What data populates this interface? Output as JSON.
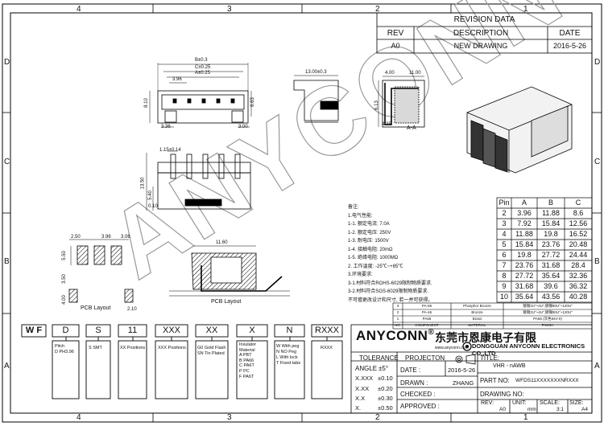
{
  "frame": {
    "top_zones": [
      "4",
      "3",
      "2",
      "1"
    ],
    "bottom_zones": [
      "4",
      "3",
      "2",
      "1"
    ],
    "left_zones": [
      "D",
      "C",
      "B",
      "A"
    ],
    "right_zones": [
      "D",
      "C",
      "B",
      "A"
    ]
  },
  "revision": {
    "title": "REVISION DATA",
    "headers": [
      "REV",
      "DESCRIPTION",
      "DATE"
    ],
    "rows": [
      [
        "A0",
        "NEW DRAWING",
        "2016-5-26"
      ]
    ]
  },
  "dims": {
    "top_b": "B±0.3",
    "top_c": "C±0.25",
    "top_a": "A±0.25",
    "top_396": "3.96",
    "top_h": "8.10",
    "top_side": "6.63",
    "top_bot1": "3.36",
    "top_bot2": "3.00",
    "side_w": "13.00±0.3",
    "sec_w1": "4.00",
    "sec_w2": "11.00",
    "sec_h": "6.13",
    "sec_b": "4.35",
    "sec_label": "A-A",
    "front_w": "1.15±0.14",
    "front_h1": "13.50",
    "front_h2": "5.40",
    "front_h3": "0.10",
    "pcb_w1": "2.50",
    "pcb_w2": "3.96",
    "pcb_w3": "3.06",
    "pcb_h": "5.50",
    "pcb_s1": "3.50",
    "pcb_s2": "4.00",
    "pcb_s3": "2.10",
    "pcb_label": "PCB Layout",
    "pcb2_w": "11.60",
    "pcb2_label": "PCB Layout"
  },
  "watermark": "ANYCONN",
  "notes": {
    "title": "备注:",
    "lines": [
      "1.电气性能:",
      "1-1. 额定电流: 7.0A",
      "1-2. 额定电压: 250V",
      "1-3. 耐电压: 1500V",
      "1-4. 接触电阻: 20mΩ",
      "1-5. 绝缘电阻: 1000MΩ",
      "2. 工作温度: -25℃~+85℃",
      "3.环境要求:",
      "3-1.材料符合ROHS-6029限制物质要求.",
      "3-2.材料符合SGS-6029限制物质要求.",
      "不可擅更改设计和尺寸, 若一并可获得。"
    ]
  },
  "pin_table": {
    "headers": [
      "Pin",
      "A",
      "B",
      "C"
    ],
    "rows": [
      [
        "2",
        "3.96",
        "11.88",
        "8.6"
      ],
      [
        "3",
        "7.92",
        "15.84",
        "12.56"
      ],
      [
        "4",
        "11.88",
        "19.8",
        "16.52"
      ],
      [
        "5",
        "15.84",
        "23.76",
        "20.48"
      ],
      [
        "6",
        "19.8",
        "27.72",
        "24.44"
      ],
      [
        "7",
        "23.76",
        "31.68",
        "28.4"
      ],
      [
        "8",
        "27.72",
        "35.64",
        "32.36"
      ],
      [
        "9",
        "31.68",
        "39.6",
        "36.32"
      ],
      [
        "10",
        "35.64",
        "43.56",
        "40.28"
      ]
    ]
  },
  "materials": {
    "rows": [
      [
        "3",
        "PA-66",
        "Phosphor Bronze",
        "镀锡2U\"~4U\",镀镍80U\"~120U\""
      ],
      [
        "2",
        "PA-46",
        "Bronze",
        "镀锡2U\"~4U\",镀镍80U\"~120U\""
      ],
      [
        "1",
        "PA66",
        "Brass",
        "PA66 (灰色94V-0)"
      ]
    ],
    "footer": [
      "NO.",
      "COMPONENT",
      "MATERIAL",
      "FINISH"
    ]
  },
  "part_code": {
    "cells": [
      "W F",
      "D",
      "S",
      "11",
      "XXX",
      "XX",
      "X",
      "N",
      "RXXX"
    ],
    "desc": {
      "d": [
        "Pitch",
        "D  PH3.96"
      ],
      "s": [
        "S  SMT"
      ],
      "n11": [
        "XX Positions"
      ],
      "xxx": [
        "XXX Positions"
      ],
      "xx": [
        "G0  Gold Flash",
        "SN  Tin  Plated"
      ],
      "x": [
        "Insulator",
        "Material",
        "A  PBT",
        "B  PA66",
        "C  PA6T",
        "P  PC",
        "F  PA6T"
      ],
      "n": [
        "W  With peg",
        "N  NO Peg",
        "L  With lock",
        "T  Fixed tabs"
      ],
      "rxxx": [
        "RXXX"
      ]
    }
  },
  "company": {
    "brand": "ANYCONN",
    "reg": "®",
    "cn_name": "东莞市恩康电子有限",
    "en_name": "DONGGUAN ANYCONN ELECTRONICS CO.,LTD",
    "website": "www.anyconn.com"
  },
  "title_block": {
    "tolerance": "TOLERANCE",
    "projection": "PROJECTON",
    "angle_label": "ANGLE",
    "angle_val": "±5°",
    "tol_rows": [
      [
        "X.XXX",
        "±0.10"
      ],
      [
        "X.XX",
        "±0.20"
      ],
      [
        "X.X",
        "±0.30"
      ],
      [
        "X.",
        "±0.50"
      ]
    ],
    "date_label": "DATE :",
    "date_val": "2016-5-26",
    "drawn_label": "DRAWN :",
    "drawn_val": "ZHANG",
    "checked_label": "CHECKED :",
    "approved_label": "APPROVED :",
    "title_label": "TITLE:",
    "title_val": "VHR - nAWB",
    "partno_label": "PART NO:",
    "partno_val": "WFDS11XXXXXXXNRXXX",
    "drawingno_label": "DRAWING NO:",
    "rev_label": "REV:",
    "rev_val": "A0",
    "unit_label": "UNIT:",
    "unit_val": "mm",
    "scale_label": "SCALE:",
    "scale_val": "3:1",
    "size_label": "SIZE:",
    "size_val": "A4"
  }
}
